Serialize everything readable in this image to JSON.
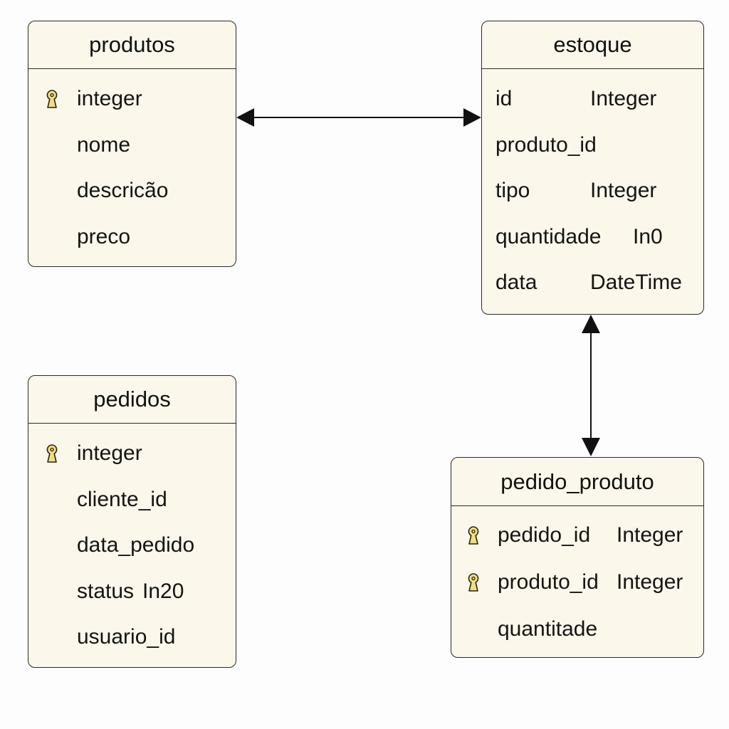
{
  "colors": {
    "entity_fill": "#fbf7ea",
    "border": "#2a2a2a",
    "key_icon": "#f2df7a",
    "background": "#fdfdfd"
  },
  "entities": {
    "produtos": {
      "title": "produtos",
      "rows": [
        {
          "name": "integer",
          "type": "",
          "key": true
        },
        {
          "name": "nome",
          "type": "",
          "key": false
        },
        {
          "name": "descricão",
          "type": "",
          "key": false
        },
        {
          "name": "preco",
          "type": "",
          "key": false
        }
      ]
    },
    "estoque": {
      "title": "estoque",
      "rows": [
        {
          "name": "id",
          "type": "Integer",
          "key": false
        },
        {
          "name": "produto_id",
          "type": "",
          "key": false
        },
        {
          "name": "tipo",
          "type": "Integer",
          "key": false
        },
        {
          "name": "quantidade",
          "type": "In0",
          "key": false
        },
        {
          "name": "data",
          "type": "DateTime",
          "key": false
        }
      ]
    },
    "pedidos": {
      "title": "pedidos",
      "rows": [
        {
          "name": "integer",
          "type": "",
          "key": true
        },
        {
          "name": "cliente_id",
          "type": "",
          "key": false
        },
        {
          "name": "data_pedido",
          "type": "",
          "key": false
        },
        {
          "name": "status",
          "type": "In20",
          "key": false
        },
        {
          "name": "usuario_id",
          "type": "",
          "key": false
        }
      ]
    },
    "pedido_produto": {
      "title": "pedido_produto",
      "rows": [
        {
          "name": "pedido_id",
          "type": "Integer",
          "key": true
        },
        {
          "name": "produto_id",
          "type": "Integer",
          "key": true
        },
        {
          "name": "quantitade",
          "type": "",
          "key": false
        }
      ]
    }
  },
  "relationships": [
    {
      "from": "produtos",
      "to": "estoque",
      "arrows": "both"
    },
    {
      "from": "estoque",
      "to": "pedido_produto",
      "arrows": "both"
    }
  ]
}
